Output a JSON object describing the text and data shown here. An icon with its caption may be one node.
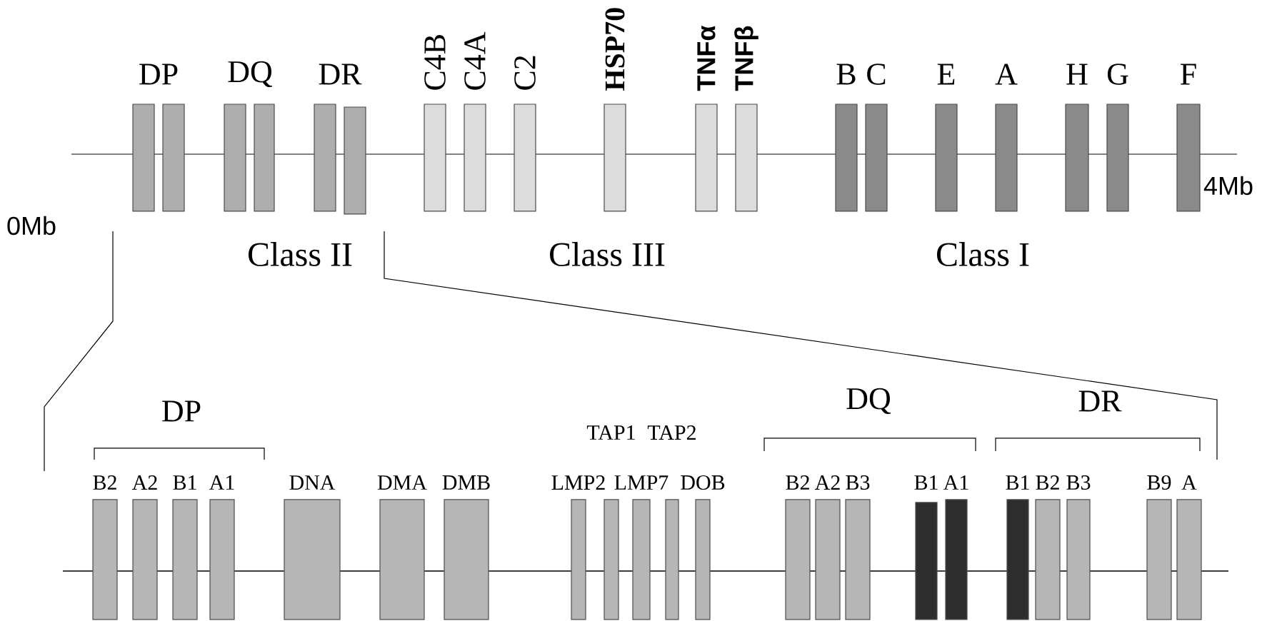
{
  "diagram": {
    "nodes": [
      {
        "text": [],
        "shape": "box"
      },
      {
        "text": [],
        "shape": "box"
      },
      {
        "text": [],
        "shape": "box"
      },
      {
        "text": [],
        "shape": "box"
      },
      {
        "text": [],
        "shape": "box"
      },
      {
        "text": [],
        "shape": "box"
      },
      {
        "text": [
          "C4B"
        ]
      },
      {
        "text": [
          "C4A"
        ]
      },
      {
        "text": [
          "C2"
        ]
      },
      {
        "text": [
          "HSP70"
        ]
      },
      {
        "text": [
          "TNFα"
        ]
      },
      {
        "text": [
          "TNFβ"
        ]
      },
      {
        "text": [
          "B"
        ]
      },
      {
        "text": [
          "C"
        ]
      },
      {
        "text": [
          "E"
        ]
      },
      {
        "text": [
          "A"
        ]
      },
      {
        "text": [
          "H"
        ]
      },
      {
        "text": [
          "G"
        ]
      },
      {
        "text": [
          "F"
        ]
      },
      {
        "text": [
          "B2"
        ]
      },
      {
        "text": [
          "A2"
        ]
      },
      {
        "text": [
          "B1"
        ]
      },
      {
        "text": [
          "A1"
        ]
      },
      {
        "text": [
          "DNA"
        ]
      },
      {
        "text": [
          "DMA"
        ]
      },
      {
        "text": [
          "DMB"
        ]
      },
      {
        "text": [
          "LMP2"
        ]
      },
      {
        "text": [
          "TAP1"
        ]
      },
      {
        "text": [
          "LMP7"
        ]
      },
      {
        "text": [
          "TAP2"
        ]
      },
      {
        "text": [
          "DOB"
        ]
      },
      {
        "text": [
          "B2"
        ]
      },
      {
        "text": [
          "A2"
        ]
      },
      {
        "text": [
          "B3"
        ]
      },
      {
        "text": [
          "B1"
        ]
      },
      {
        "text": [
          "A1"
        ]
      },
      {
        "text": [
          "B1"
        ]
      },
      {
        "text": [
          "B2"
        ]
      },
      {
        "text": [
          "B3"
        ]
      },
      {
        "text": [
          "B9"
        ]
      },
      {
        "text": [
          "A"
        ]
      }
    ],
    "labels": [
      "DP",
      "DQ",
      "DR",
      "4Mb",
      "0Mb",
      "Class II",
      "Class III",
      "Class I",
      "DP",
      "DQ",
      "DR"
    ]
  }
}
